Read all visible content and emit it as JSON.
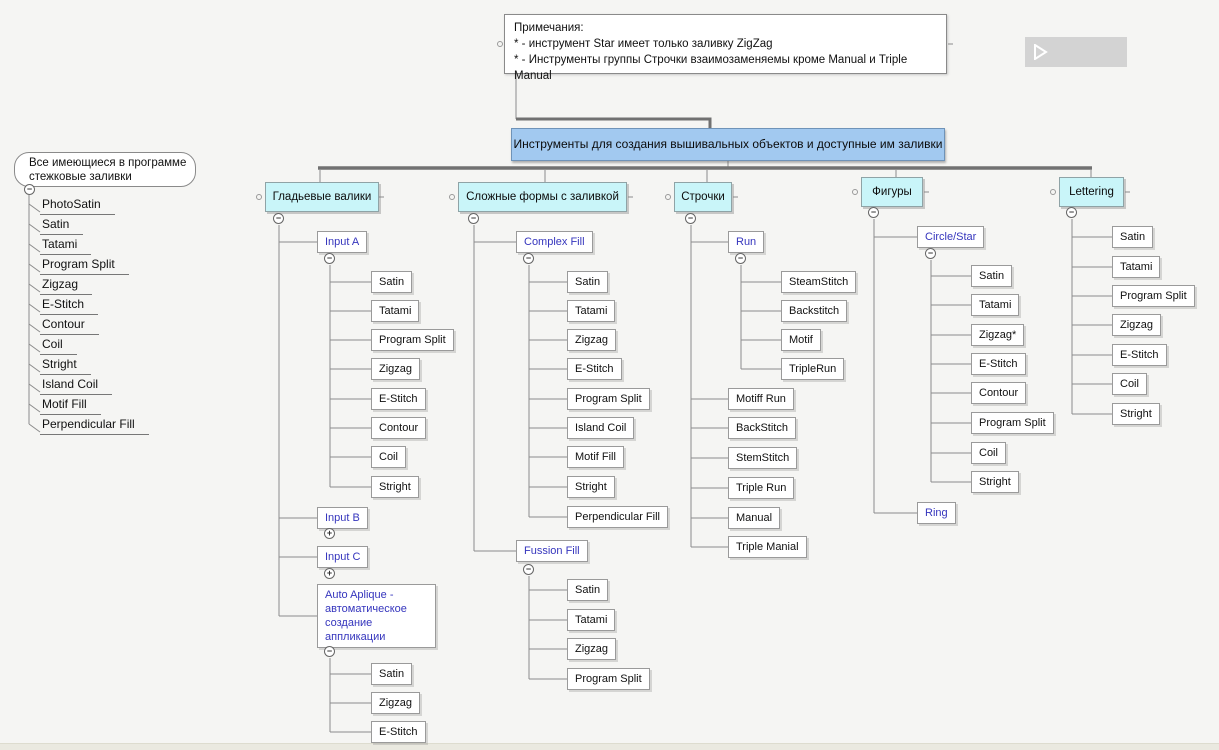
{
  "colors": {
    "bg": "#f5f5f3",
    "root-fill": "#a2c9f0",
    "root-border": "#6f93b8",
    "branch-fill": "#c9f5f9",
    "branch-border": "#8fa3a6",
    "node-border": "#9a9a9a",
    "blue-text": "#3535bd",
    "line": "#8c8c8c",
    "thick-line": "#717171"
  },
  "glyphs": {
    "collapse": "−",
    "expand": "+"
  },
  "note": {
    "line1": "Примечания:",
    "line2": "* - инструмент Star имеет только заливку ZigZag",
    "line3": "* - Инструменты группы Строчки взаимозаменяемы кроме  Manual и Triple Manual"
  },
  "legend": {
    "title": "Все имеющиеся в программе стежковые заливки",
    "items": [
      "PhotoSatin",
      "Satin",
      "Tatami",
      "Program Split",
      "Zigzag",
      "E-Stitch",
      "Contour",
      "Coil",
      "Stright",
      "Island Coil",
      "Motif Fill",
      "Perpendicular Fill"
    ]
  },
  "root": "Инструменты для создания вышивальных объектов и доступные им заливки",
  "branches": {
    "gladevye": "Гладьевые валики",
    "slozhnye": "Сложные формы с заливкой",
    "strochki": "Строчки",
    "figury": "Фигуры",
    "lettering": "Lettering"
  },
  "input_a": {
    "label": "Input A",
    "children": [
      "Satin",
      "Tatami",
      "Program Split",
      "Zigzag",
      "E-Stitch",
      "Contour",
      "Coil",
      "Stright"
    ]
  },
  "input_b": "Input B",
  "input_c": "Input C",
  "auto_aplique": {
    "label": "Auto Aplique - автоматическое создание аппликации",
    "children": [
      "Satin",
      "Zigzag",
      "E-Stitch"
    ]
  },
  "complex_fill": {
    "label": "Complex Fill",
    "children": [
      "Satin",
      "Tatami",
      "Zigzag",
      "E-Stitch",
      "Program Split",
      "Island Coil",
      "Motif Fill",
      "Stright",
      "Perpendicular Fill"
    ]
  },
  "fussion_fill": {
    "label": "Fussion Fill",
    "children": [
      "Satin",
      "Tatami",
      "Zigzag",
      "Program Split"
    ]
  },
  "run": {
    "label": "Run",
    "children": [
      "SteamStitch",
      "Backstitch",
      "Motif",
      "TripleRun"
    ]
  },
  "strochki_items": [
    "Motiff Run",
    "BackStitch",
    "StemStitch",
    "Triple Run",
    "Manual",
    "Triple Manial"
  ],
  "circle_star": {
    "label": "Circle/Star",
    "children": [
      "Satin",
      "Tatami",
      "Zigzag*",
      "E-Stitch",
      "Contour",
      "Program Split",
      "Coil",
      "Stright"
    ]
  },
  "ring": "Ring",
  "lettering_children": [
    "Satin",
    "Tatami",
    "Program Split",
    "Zigzag",
    "E-Stitch",
    "Coil",
    "Stright"
  ]
}
